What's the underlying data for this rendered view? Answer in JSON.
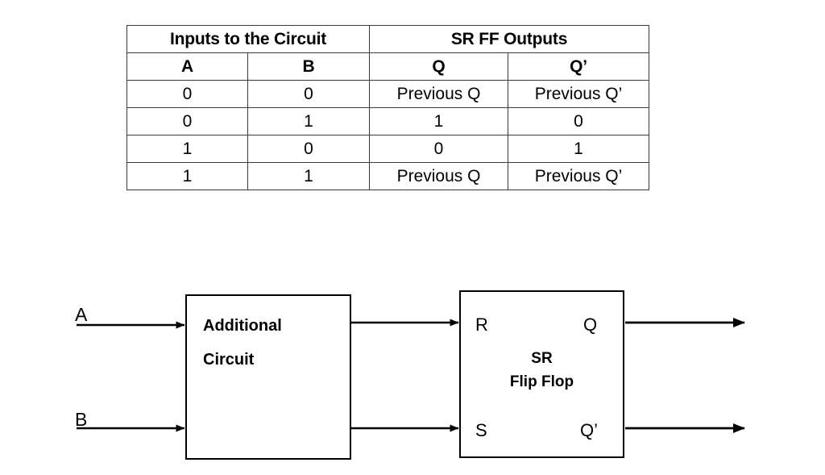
{
  "truth_table": {
    "group_headers": [
      {
        "label": "Inputs to the Circuit",
        "span": 2
      },
      {
        "label": "SR FF Outputs",
        "span": 2
      }
    ],
    "column_headers": [
      "A",
      "B",
      "Q",
      "Q’"
    ],
    "rows": [
      [
        "0",
        "0",
        "Previous Q",
        "Previous Q’"
      ],
      [
        "0",
        "1",
        "1",
        "0"
      ],
      [
        "1",
        "0",
        "0",
        "1"
      ],
      [
        "1",
        "1",
        "Previous Q",
        "Previous Q’"
      ]
    ]
  },
  "diagram": {
    "additional_block": {
      "line1": "Additional",
      "line2": "Circuit"
    },
    "srff_block": {
      "title_line1": "SR",
      "title_line2": "Flip Flop",
      "ports": {
        "input_top": "R",
        "input_bottom": "S",
        "output_top": "Q",
        "output_bottom": "Q’"
      }
    },
    "inputs": [
      {
        "label": "A"
      },
      {
        "label": "B"
      }
    ],
    "colors": {
      "line": "#000000",
      "block_border": "#000000",
      "table_border": "#3a3a3a",
      "background": "#ffffff"
    }
  }
}
